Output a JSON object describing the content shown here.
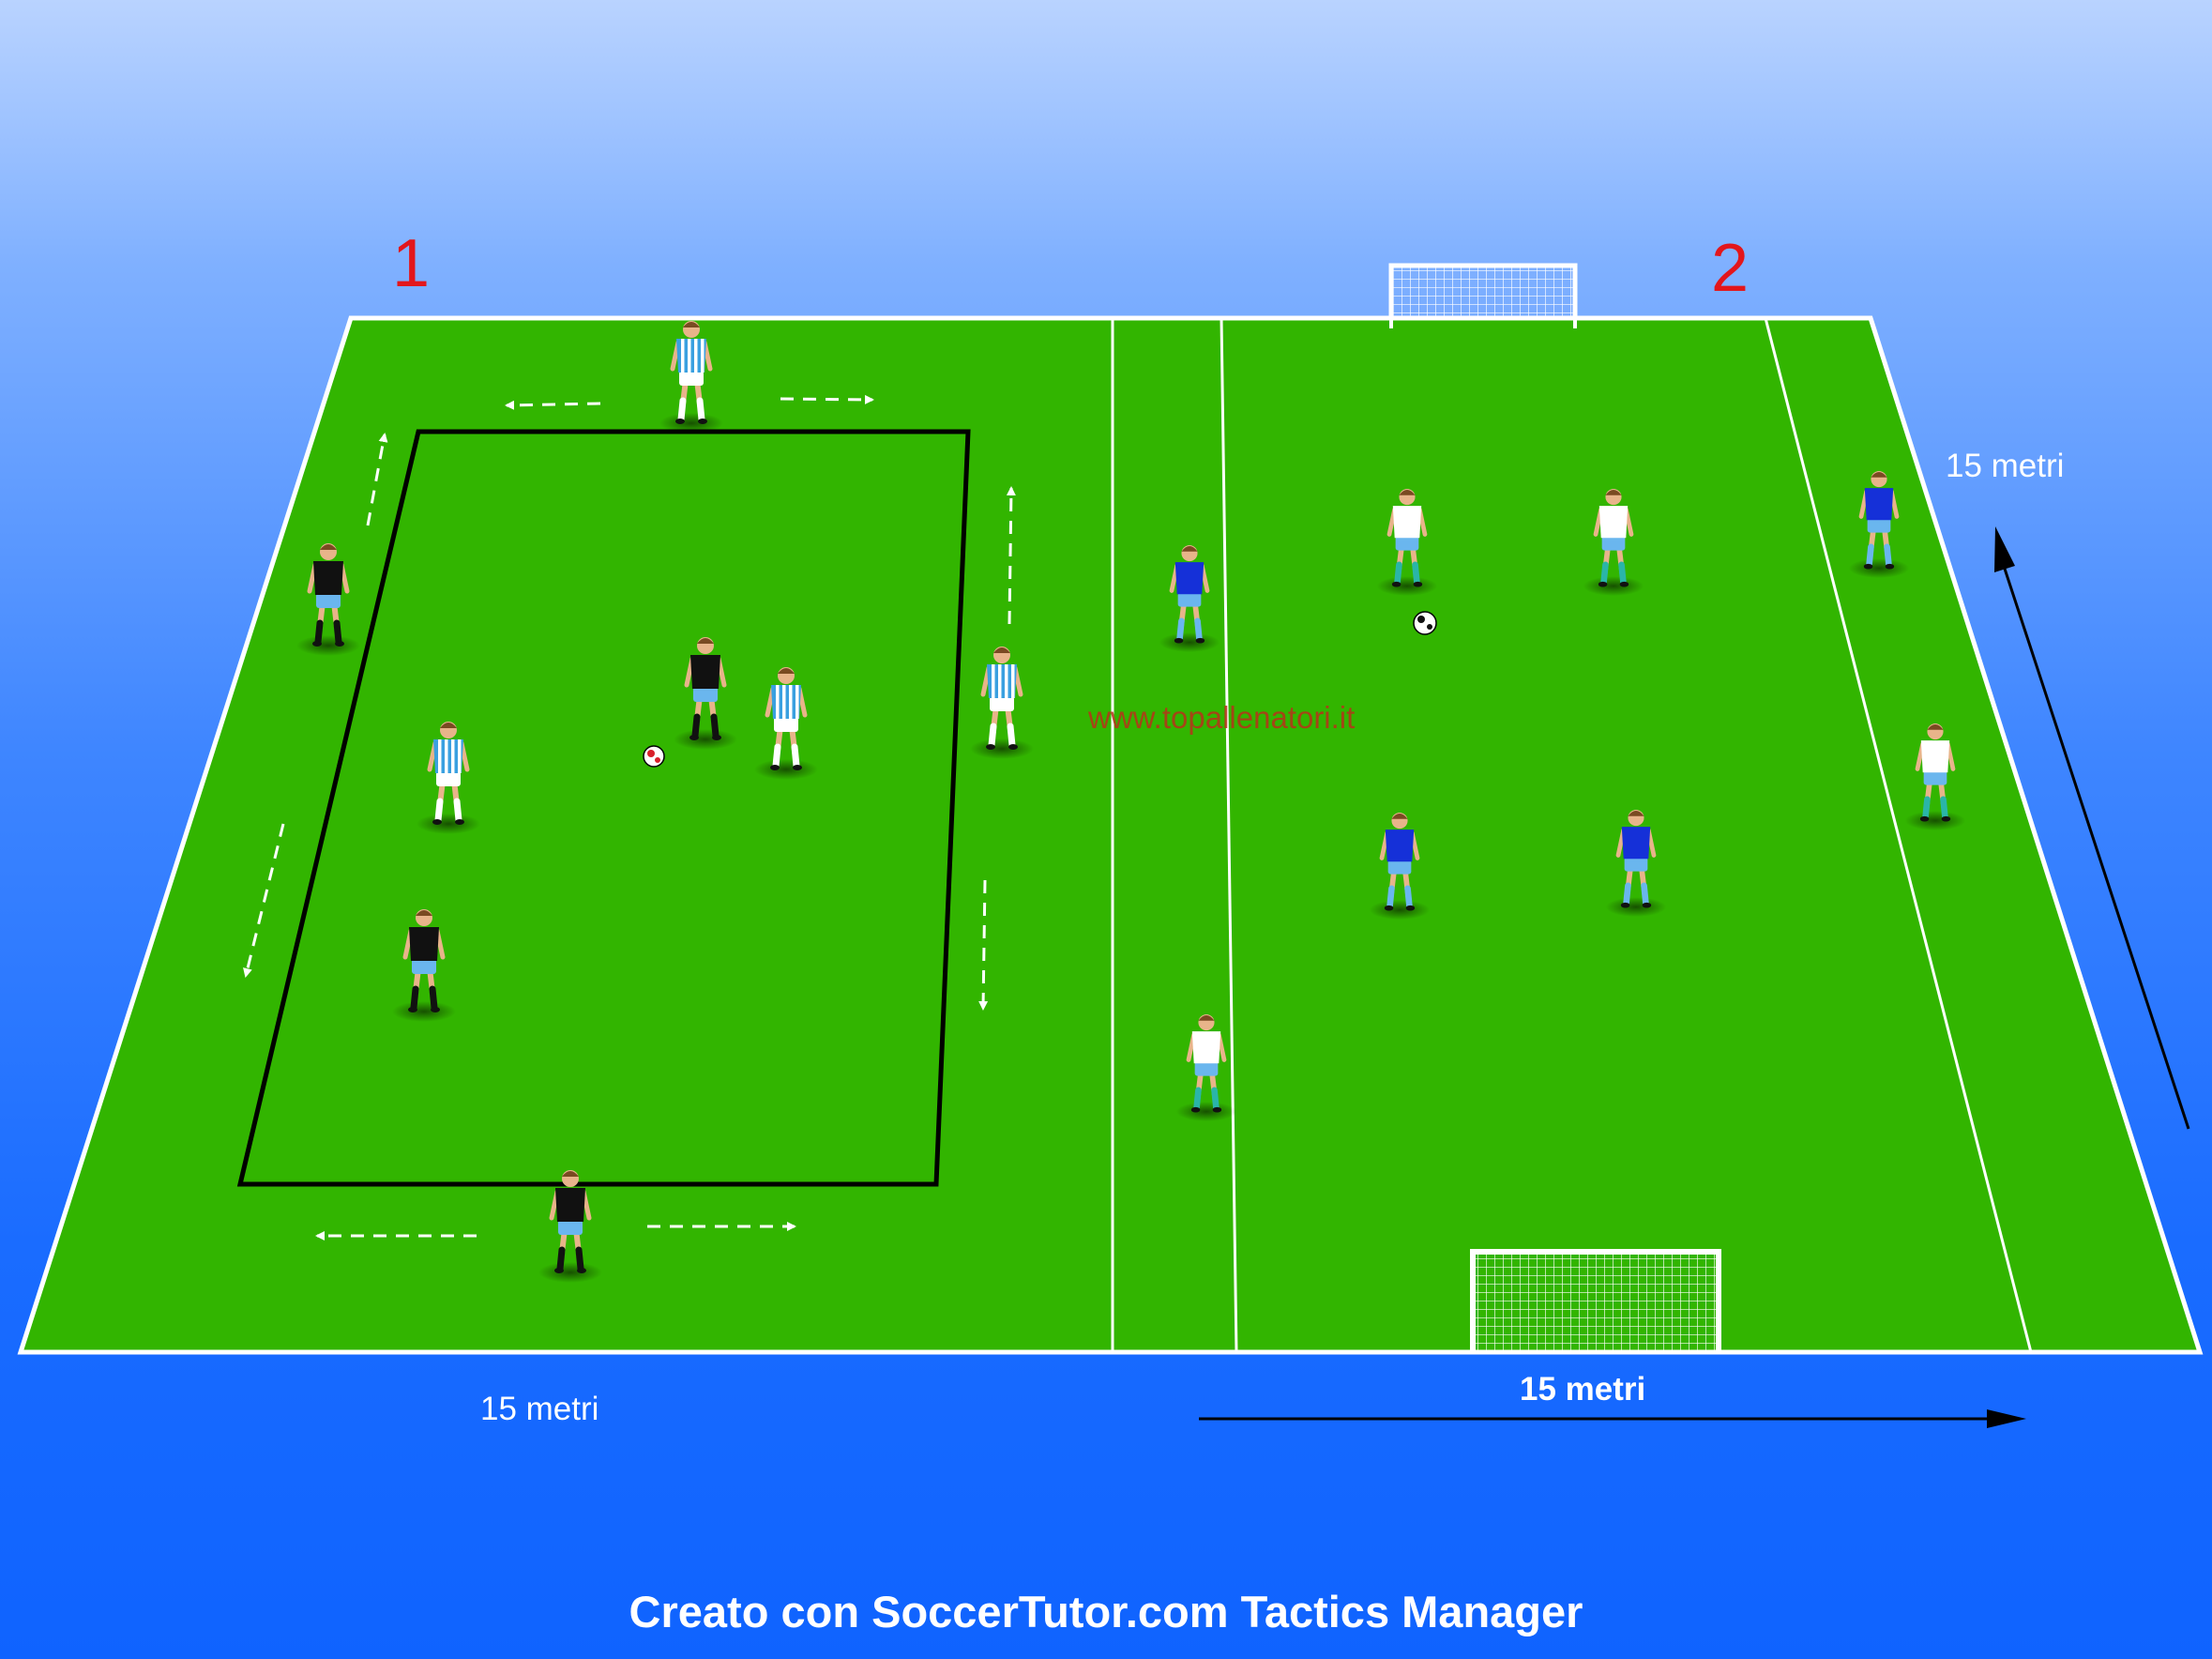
{
  "zones": [
    {
      "id": "zone-1",
      "label": "1"
    },
    {
      "id": "zone-2",
      "label": "2"
    }
  ],
  "measurements": {
    "left_bottom": "15 metri",
    "right_bottom": "15  metri",
    "right_side": "15 metri"
  },
  "watermark": "www.topallenatori.it",
  "footer": "Creato con SoccerTutor.com Tactics Manager",
  "colors": {
    "pitch": "#32b500",
    "pitch_lines": "#ffffff",
    "zone_numbers": "#e3161b",
    "team_black": "#111111",
    "team_striped": "#3aa0e0",
    "team_white": "#ffffff",
    "team_blue": "#1530d8",
    "shorts": "#6ab6ee"
  },
  "players": [
    {
      "team": "striped",
      "area": "zone-1 top side"
    },
    {
      "team": "black",
      "area": "zone-1 left side"
    },
    {
      "team": "striped",
      "area": "zone-1 left inside"
    },
    {
      "team": "black",
      "area": "zone-1 left lower"
    },
    {
      "team": "black",
      "area": "zone-1 center with ball"
    },
    {
      "team": "striped",
      "area": "zone-1 center"
    },
    {
      "team": "striped",
      "area": "zone-1 right side"
    },
    {
      "team": "black",
      "area": "zone-1 bottom side"
    },
    {
      "team": "blue",
      "area": "zone-2 left channel"
    },
    {
      "team": "white",
      "area": "zone-2 left channel bottom"
    },
    {
      "team": "white",
      "area": "zone-2 top left"
    },
    {
      "team": "white",
      "area": "zone-2 top right"
    },
    {
      "team": "blue",
      "area": "zone-2 bottom left"
    },
    {
      "team": "blue",
      "area": "zone-2 bottom right"
    },
    {
      "team": "blue",
      "area": "zone-2 right channel"
    },
    {
      "team": "white",
      "area": "zone-2 right channel"
    }
  ]
}
